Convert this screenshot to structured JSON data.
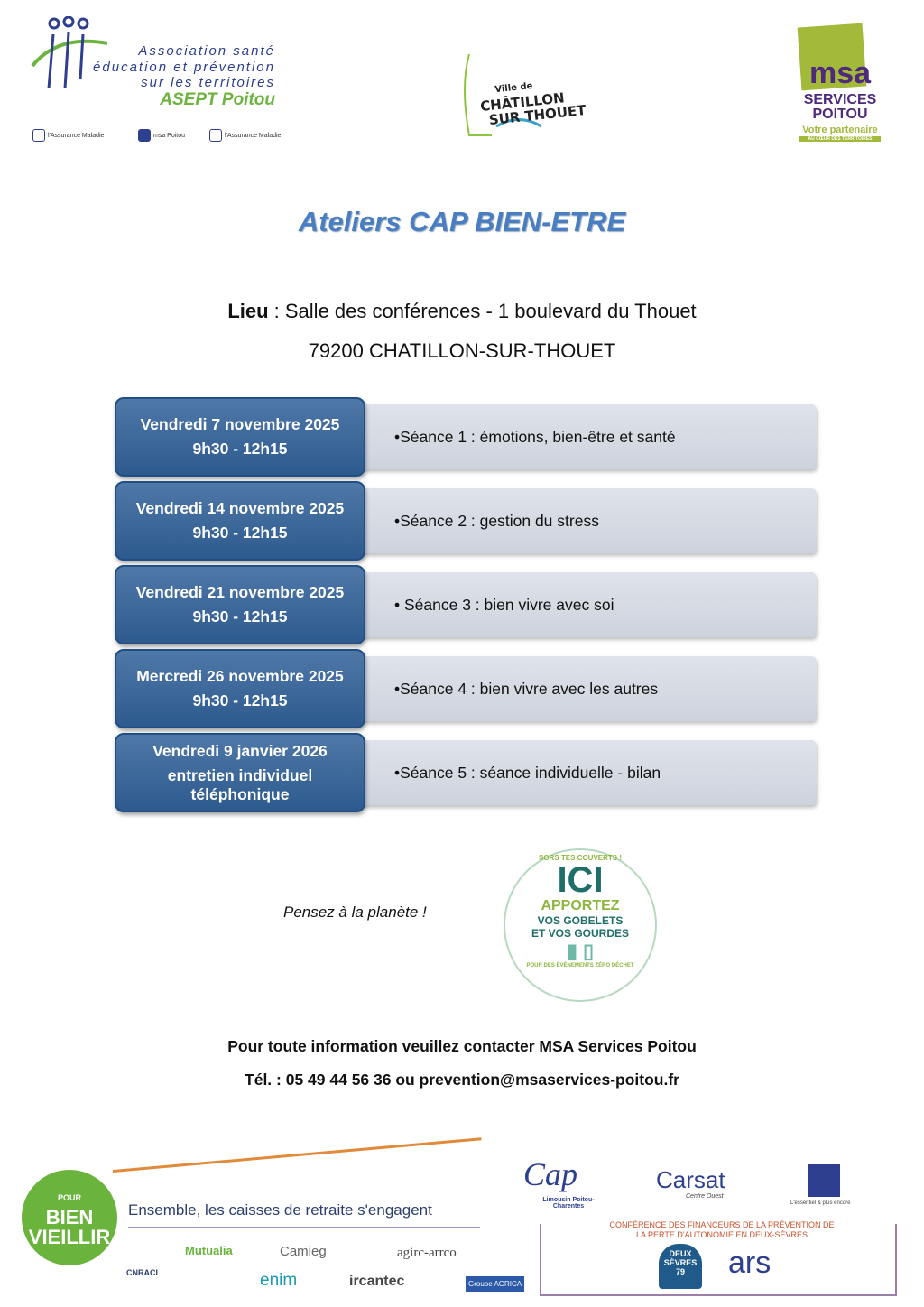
{
  "header": {
    "asept_lines": [
      "Association santé",
      "éducation et prévention",
      "sur les territoires"
    ],
    "asept_name": "ASEPT Poitou",
    "small_logos": [
      "l'Assurance Maladie",
      "msa Poitou",
      "l'Assurance Maladie"
    ],
    "chatillon_logo": [
      "Ville de",
      "CHÂTILLON",
      "SUR THOUET"
    ],
    "msa_logo": {
      "msa": "msa",
      "services": "SERVICES",
      "poitou": "POITOU",
      "tagline": "Votre partenaire",
      "sub": "AU CŒUR DES TERRITOIRES"
    }
  },
  "title": "Ateliers CAP BIEN-ETRE",
  "location": {
    "label": "Lieu",
    "text": " : Salle des conférences - 1 boulevard du Thouet",
    "city": "79200 CHATILLON-SUR-THOUET"
  },
  "sessions": [
    {
      "date": "Vendredi 7 novembre 2025",
      "time": "9h30 - 12h15",
      "desc": "•Séance 1 : émotions, bien-être et santé"
    },
    {
      "date": "Vendredi 14 novembre 2025",
      "time": "9h30 - 12h15",
      "desc": "•Séance 2 : gestion du stress"
    },
    {
      "date": "Vendredi 21 novembre 2025",
      "time": "9h30 - 12h15",
      "desc": "• Séance 3 : bien vivre avec soi"
    },
    {
      "date": "Mercredi 26 novembre 2025",
      "time": "9h30 - 12h15",
      "desc": "•Séance 4 : bien vivre avec les autres"
    },
    {
      "date": "Vendredi 9 janvier 2026",
      "time": "entretien individuel téléphonique",
      "desc": "•Séance 5 : séance individuelle - bilan"
    }
  ],
  "planet": "Pensez à la planète !",
  "ici_badge": {
    "top": "SORS TES COUVERTS !",
    "ici": "ICI",
    "apportez": "APPORTEZ",
    "line1": "VOS GOBELETS",
    "line2": "ET VOS GOURDES",
    "bottom": "POUR DES ÉVÉNEMENTS ZÉRO DÉCHET"
  },
  "contact": {
    "line1": "Pour toute information veuillez contacter MSA Services Poitou",
    "line2": "Tél. : 05 49 44 56 36 ou prevention@msaservices-poitou.fr"
  },
  "footer": {
    "pbv": [
      "POUR",
      "BIEN",
      "VIEILLIR"
    ],
    "ensemble": "Ensemble, les caisses de retraite s'engagent",
    "partners": [
      "CNRACL",
      "Mutualia",
      "Camieg",
      "agirc-arrco",
      "enim",
      "ircantec",
      "Groupe AGRICA"
    ],
    "cap": "Cap",
    "cap_sub": "Limousin Poitou-Charentes",
    "carsat": "Carsat",
    "carsat_sub": "Centre Ouest",
    "msa_sub": "L'essentiel & plus encore",
    "conference": "CONFÉRENCE DES FINANCEURS DE LA PRÉVENTION DE LA PERTE D'AUTONOMIE EN DEUX-SÈVRES",
    "deux_sevres": "DEUX SÈVRES 79",
    "ars": "ars"
  },
  "colors": {
    "title": "#4a7ec2",
    "session_box": "#2d5a8e",
    "green": "#6ab43e"
  }
}
